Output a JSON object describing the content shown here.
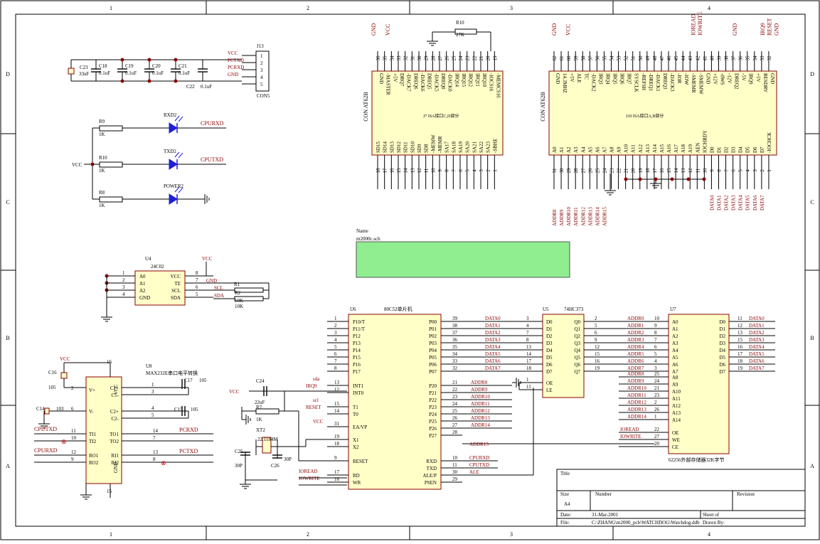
{
  "frame": {
    "columns": [
      "1",
      "2",
      "3",
      "4"
    ],
    "rows": [
      "D",
      "C",
      "B",
      "A"
    ]
  },
  "title_block": {
    "title_label": "Title",
    "size_label": "Size",
    "size_value": "A4",
    "number_label": "Number",
    "revision_label": "Revision",
    "date_label": "Date:",
    "date_value": "31-Mar-2001",
    "sheet_label": "Sheet    of",
    "file_label": "File:",
    "file_value": "C:\\ZHANG\\m2000_pcb\\WATCHDOG\\Watchdog.ddb",
    "drawn_label": "Drawn By:"
  },
  "name_box": {
    "label": "Name",
    "value": "m2000c.sch"
  },
  "j13": {
    "ref": "J13",
    "name": "CON5",
    "pins": [
      "1",
      "2",
      "3",
      "4",
      "5"
    ],
    "nets": [
      "VCC",
      "PCTXD",
      "PCRXD",
      "GND"
    ]
  },
  "caps_top": {
    "c23": "C23",
    "c23_val": "33uF",
    "c18": "C18",
    "c19": "C19",
    "c20": "C20",
    "c21": "C21",
    "c22": "C22",
    "cap_val": "0.1uF"
  },
  "leds": {
    "r9": "R9",
    "r10": "R10",
    "r8": "R8",
    "r_val": "1K",
    "vcc": "VCC",
    "rxd": "RXD2",
    "txd": "TXD2",
    "power": "POWER2",
    "cpurxd": "CPURXD",
    "cputxd": "CPUTXD"
  },
  "isa_cd": {
    "ref": "CON AT62B",
    "title": "J7 ISA接口C,D部分",
    "top_nets": [
      "GND",
      "VCC"
    ],
    "top_pins": [
      "36",
      "35",
      "34",
      "33",
      "32",
      "31",
      "30",
      "29",
      "28",
      "27",
      "26",
      "25",
      "24",
      "23",
      "22",
      "21",
      "20",
      "19"
    ],
    "top_labels": [
      "GND",
      "-MASTER",
      "+5V",
      "DRQ7",
      "-DACK7",
      "DREQ6",
      "-DACK6",
      "DREQ5",
      "-DACK5",
      "DREQ0",
      "-DACK0",
      "IRQ14",
      "IRQ15",
      "IRQ12",
      "IRQ11",
      "IRQ10",
      "-IOCS16",
      "-MEMCS16"
    ],
    "bot_labels": [
      "SD15",
      "SD14",
      "SD13",
      "SD12",
      "SD11",
      "SD10",
      "SD9",
      "SD8",
      "-MEMW",
      "-MEMR",
      "SA17",
      "SA18",
      "SA19",
      "SA20",
      "SA21",
      "SA22",
      "SA23",
      "-SBHE"
    ],
    "bot_pins": [
      "18",
      "17",
      "16",
      "15",
      "14",
      "13",
      "12",
      "11",
      "10",
      "9",
      "8",
      "7",
      "6",
      "5",
      "4",
      "3",
      "2",
      "1"
    ],
    "r10": "R10",
    "r10_val": "27K"
  },
  "isa_ab": {
    "ref": "CON AT62B",
    "title": "J10 ISA接口A,B部分",
    "top_nets": [
      "GND",
      "VCC",
      "IOREAD",
      "IOWRITE",
      "GND",
      "IRQ9",
      "RESET",
      "GND"
    ],
    "top_pins": [
      "62",
      "61",
      "60",
      "59",
      "58",
      "57",
      "56",
      "55",
      "54",
      "53",
      "52",
      "51",
      "50",
      "49",
      "48",
      "47",
      "46",
      "45",
      "44",
      "43",
      "42",
      "41",
      "40",
      "39",
      "38",
      "37",
      "36",
      "35",
      "34",
      "33",
      "32"
    ],
    "top_labels": [
      "GND",
      "14.3MHZ",
      "+5V",
      "ALE",
      "TC",
      "-DACK2",
      "IRQ3",
      "IRQ4",
      "IRQ5",
      "IRQ6",
      "IRQ7",
      "SYSCLK",
      "-REFSH",
      "-DREQ1",
      "-DACK1",
      "DREQ3",
      "-DACK3",
      "-IOR",
      "-IOW",
      "-SMEMR",
      "-SMEMW",
      "GND",
      "+12V",
      "-0WS",
      "-12V",
      "DREQ2",
      "-5V",
      "IRQ9",
      "+5V",
      "RESDRV",
      "GND"
    ],
    "bot_labels": [
      "A0",
      "A1",
      "A2",
      "A3",
      "A4",
      "A5",
      "A6",
      "A7",
      "A8",
      "A9",
      "A10",
      "A11",
      "A12",
      "A13",
      "A14",
      "A15",
      "A16",
      "A17",
      "A18",
      "A19",
      "AEN",
      "IOCHRDY",
      "D0",
      "D1",
      "D2",
      "D3",
      "D4",
      "D5",
      "D6",
      "D7",
      "-IOCHCK"
    ],
    "bot_pins": [
      "31",
      "30",
      "29",
      "28",
      "27",
      "26",
      "25",
      "24",
      "23",
      "22",
      "21",
      "20",
      "19",
      "18",
      "17",
      "16",
      "15",
      "14",
      "13",
      "12",
      "11",
      "10",
      "9",
      "8",
      "7",
      "6",
      "5",
      "4",
      "3",
      "2",
      "1"
    ],
    "addr_nets": [
      "ADDR8",
      "ADDR9",
      "ADDR10",
      "ADDR11",
      "ADDR12",
      "ADDR13",
      "ADDR14",
      "ADDR15"
    ],
    "data_nets": [
      "DATA0",
      "DATA1",
      "DATA2",
      "DATA3",
      "DATA4",
      "DATA5",
      "DATA6",
      "DATA7"
    ]
  },
  "u4": {
    "ref": "U4",
    "part": "24C02",
    "vcc": "VCC",
    "gnd_net": "GND",
    "left_pins": [
      "1",
      "2",
      "3",
      "4"
    ],
    "left_labels": [
      "A0",
      "A1",
      "A2",
      "GND"
    ],
    "right_pins": [
      "8",
      "7",
      "6",
      "5"
    ],
    "right_labels": [
      "VCC",
      "TE",
      "SCL",
      "SDA"
    ],
    "r1": "R1",
    "r2": "R2",
    "r_val": "10K",
    "scl": "SCL",
    "sda": "SDA"
  },
  "u8": {
    "ref": "U8",
    "title": "MAX232E串口电平转换",
    "vcc": "VCC",
    "c16": "C16",
    "c16_val": "105",
    "c14": "C14",
    "c14_val": "103",
    "c17": "C17",
    "c17_val": "105",
    "c15": "C15",
    "c15_val": "105",
    "pins": [
      "16",
      "2",
      "6",
      "1",
      "3",
      "4",
      "5",
      "11",
      "10",
      "12",
      "9",
      "14",
      "7",
      "13",
      "8",
      "15"
    ],
    "labels": [
      "V+",
      "V-",
      "C1+",
      "C1-",
      "C2+",
      "C2-",
      "TI1",
      "TI2",
      "RO1",
      "RO2",
      "TO1",
      "TO2",
      "RI1",
      "RI2",
      "VCC",
      "GND"
    ],
    "nets": [
      "CPUTXD",
      "CPURXD",
      "PCRXD",
      "PCTXD"
    ]
  },
  "u6": {
    "ref": "U6",
    "title": "80C52单片机",
    "left_pins": [
      "1",
      "2",
      "3",
      "4",
      "5",
      "6",
      "7",
      "8",
      "13",
      "12",
      "15",
      "14",
      "31",
      "19",
      "18",
      "9",
      "17",
      "16"
    ],
    "left_labels": [
      "P10/T",
      "P11/T",
      "P12",
      "P13",
      "P14",
      "P15",
      "P16",
      "P17",
      "INT1",
      "INT0",
      "T1",
      "T0",
      "EA/VP",
      "X1",
      "X2",
      "RESET",
      "RD",
      "WR"
    ],
    "right_pins": [
      "39",
      "38",
      "37",
      "36",
      "35",
      "34",
      "33",
      "32",
      "21",
      "22",
      "23",
      "24",
      "25",
      "26",
      "27",
      "28",
      "10",
      "11",
      "30",
      "29"
    ],
    "right_labels": [
      "P00",
      "P01",
      "P02",
      "P03",
      "P04",
      "P05",
      "P06",
      "P07",
      "P20",
      "P21",
      "P22",
      "P23",
      "P24",
      "P25",
      "P26",
      "P27",
      "RXD",
      "TXD",
      "ALE/P",
      "PSEN"
    ],
    "left_nets": [
      "sda",
      "IRQ9",
      "scl",
      "RESET",
      "VCC",
      "IOREAD",
      "IOWRITE"
    ],
    "data_nets": [
      "DATA0",
      "DATA1",
      "DATA2",
      "DATA3",
      "DATA4",
      "DATA5",
      "DATA6",
      "DATA7"
    ],
    "addr_nets": [
      "ADDR8",
      "ADDR9",
      "ADDR10",
      "ADDR11",
      "ADDR12",
      "ADDR13",
      "ADDR14",
      "ADDR15"
    ],
    "serial_nets": [
      "CPURXD",
      "CPUTXD",
      "ALE"
    ]
  },
  "osc": {
    "c24": "C24",
    "c24_val": "22uF",
    "vcc": "VCC",
    "r7": "R7",
    "r7_val": "1K",
    "xt2": "XT2",
    "xt2_val": "22.1184M",
    "c25": "C25",
    "c26": "C26",
    "c_val": "30P"
  },
  "u5": {
    "ref": "U5",
    "part": "74HC373",
    "left_pins": [
      "3",
      "4",
      "7",
      "8",
      "13",
      "14",
      "17",
      "18",
      "1",
      "11"
    ],
    "left_labels": [
      "D0",
      "D1",
      "D2",
      "D3",
      "D4",
      "D5",
      "D6",
      "D7",
      "OE",
      "LE"
    ],
    "right_pins": [
      "2",
      "5",
      "6",
      "9",
      "12",
      "15",
      "16",
      "19"
    ],
    "right_labels": [
      "Q0",
      "Q1",
      "Q2",
      "Q3",
      "Q4",
      "Q5",
      "Q6",
      "Q7"
    ]
  },
  "u7": {
    "ref": "U7",
    "title": "62256外部存储器32K字节",
    "left_pins": [
      "10",
      "9",
      "8",
      "7",
      "6",
      "5",
      "4",
      "3",
      "25",
      "24",
      "21",
      "23",
      "2",
      "26",
      "1",
      "22",
      "27",
      "20"
    ],
    "left_labels": [
      "A0",
      "A1",
      "A2",
      "A3",
      "A4",
      "A5",
      "A6",
      "A7",
      "A8",
      "A9",
      "A10",
      "A11",
      "A12",
      "A13",
      "A14",
      "OE",
      "WE",
      "CE"
    ],
    "right_pins": [
      "11",
      "12",
      "13",
      "15",
      "16",
      "17",
      "18",
      "19"
    ],
    "right_labels": [
      "D0",
      "D1",
      "D2",
      "D3",
      "D4",
      "D5",
      "D6",
      "D7"
    ],
    "addr_nets": [
      "ADDR0",
      "ADDR1",
      "ADDR2",
      "ADDR3",
      "ADDR4",
      "ADDR5",
      "ADDR6",
      "ADDR7",
      "ADDR8",
      "ADDR9",
      "ADDR10",
      "ADDR11",
      "ADDR12",
      "ADDR13",
      "ADDR14"
    ],
    "ctrl_nets": [
      "IOREAD",
      "IOWRITE"
    ],
    "data_nets": [
      "DATA0",
      "DATA1",
      "DATA2",
      "DATA3",
      "DATA4",
      "DATA5",
      "DATA6",
      "DATA7"
    ]
  },
  "colors": {
    "wire": "#000000",
    "frame": "#000000",
    "body": "#ffffc8",
    "body_stroke": "#8b0000",
    "pin_text": "#000000",
    "net_text": "#8b0000",
    "label_text": "#000066",
    "led": "#1f1fd8",
    "name_fill": "#90ee90"
  }
}
